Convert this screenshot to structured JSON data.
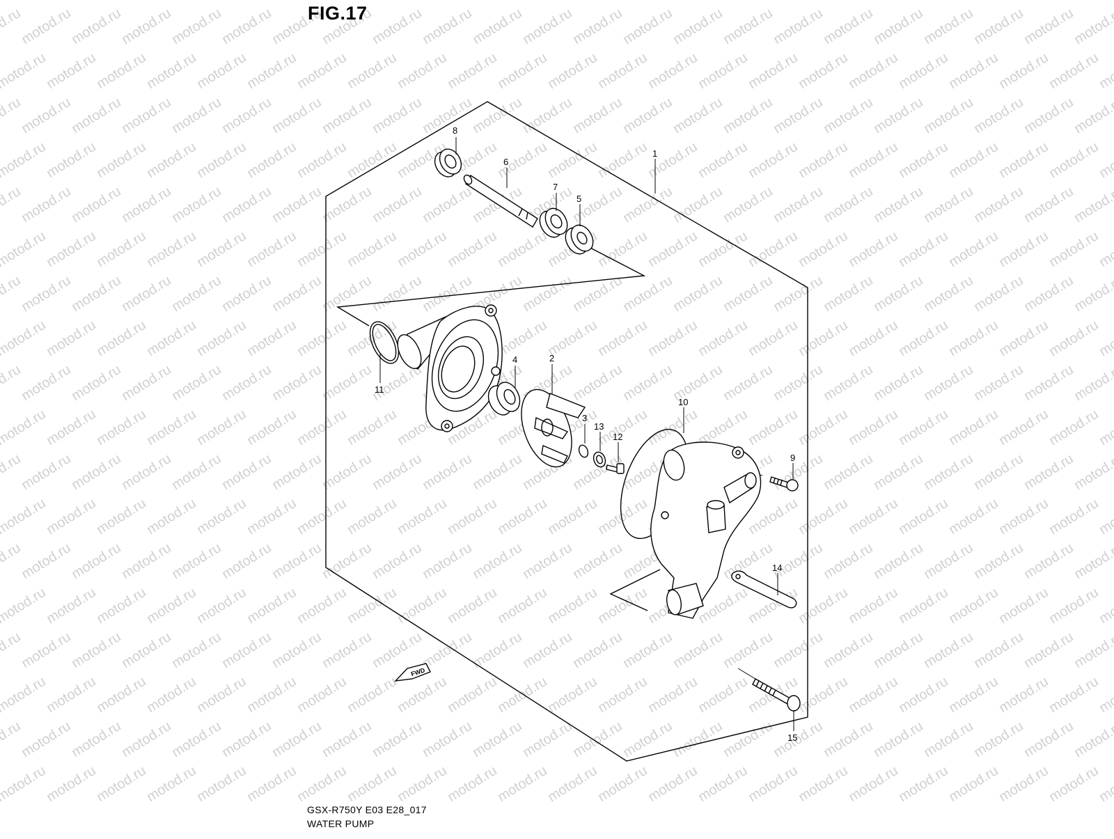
{
  "figure": {
    "title": "FIG.17",
    "model_code": "GSX-R750Y E03 E28_017",
    "name": "WATER PUMP"
  },
  "watermark": {
    "text": "motod.ru"
  },
  "forward_marker": {
    "label": "FWD"
  },
  "callouts": {
    "c1": "1",
    "c2": "2",
    "c3": "3",
    "c4": "4",
    "c5": "5",
    "c6": "6",
    "c7": "7",
    "c8": "8",
    "c9": "9",
    "c10": "10",
    "c11": "11",
    "c12": "12",
    "c13": "13",
    "c14": "14",
    "c15": "15"
  },
  "colors": {
    "line": "#000000",
    "watermark": "#d0d0d0",
    "background": "#ffffff"
  }
}
